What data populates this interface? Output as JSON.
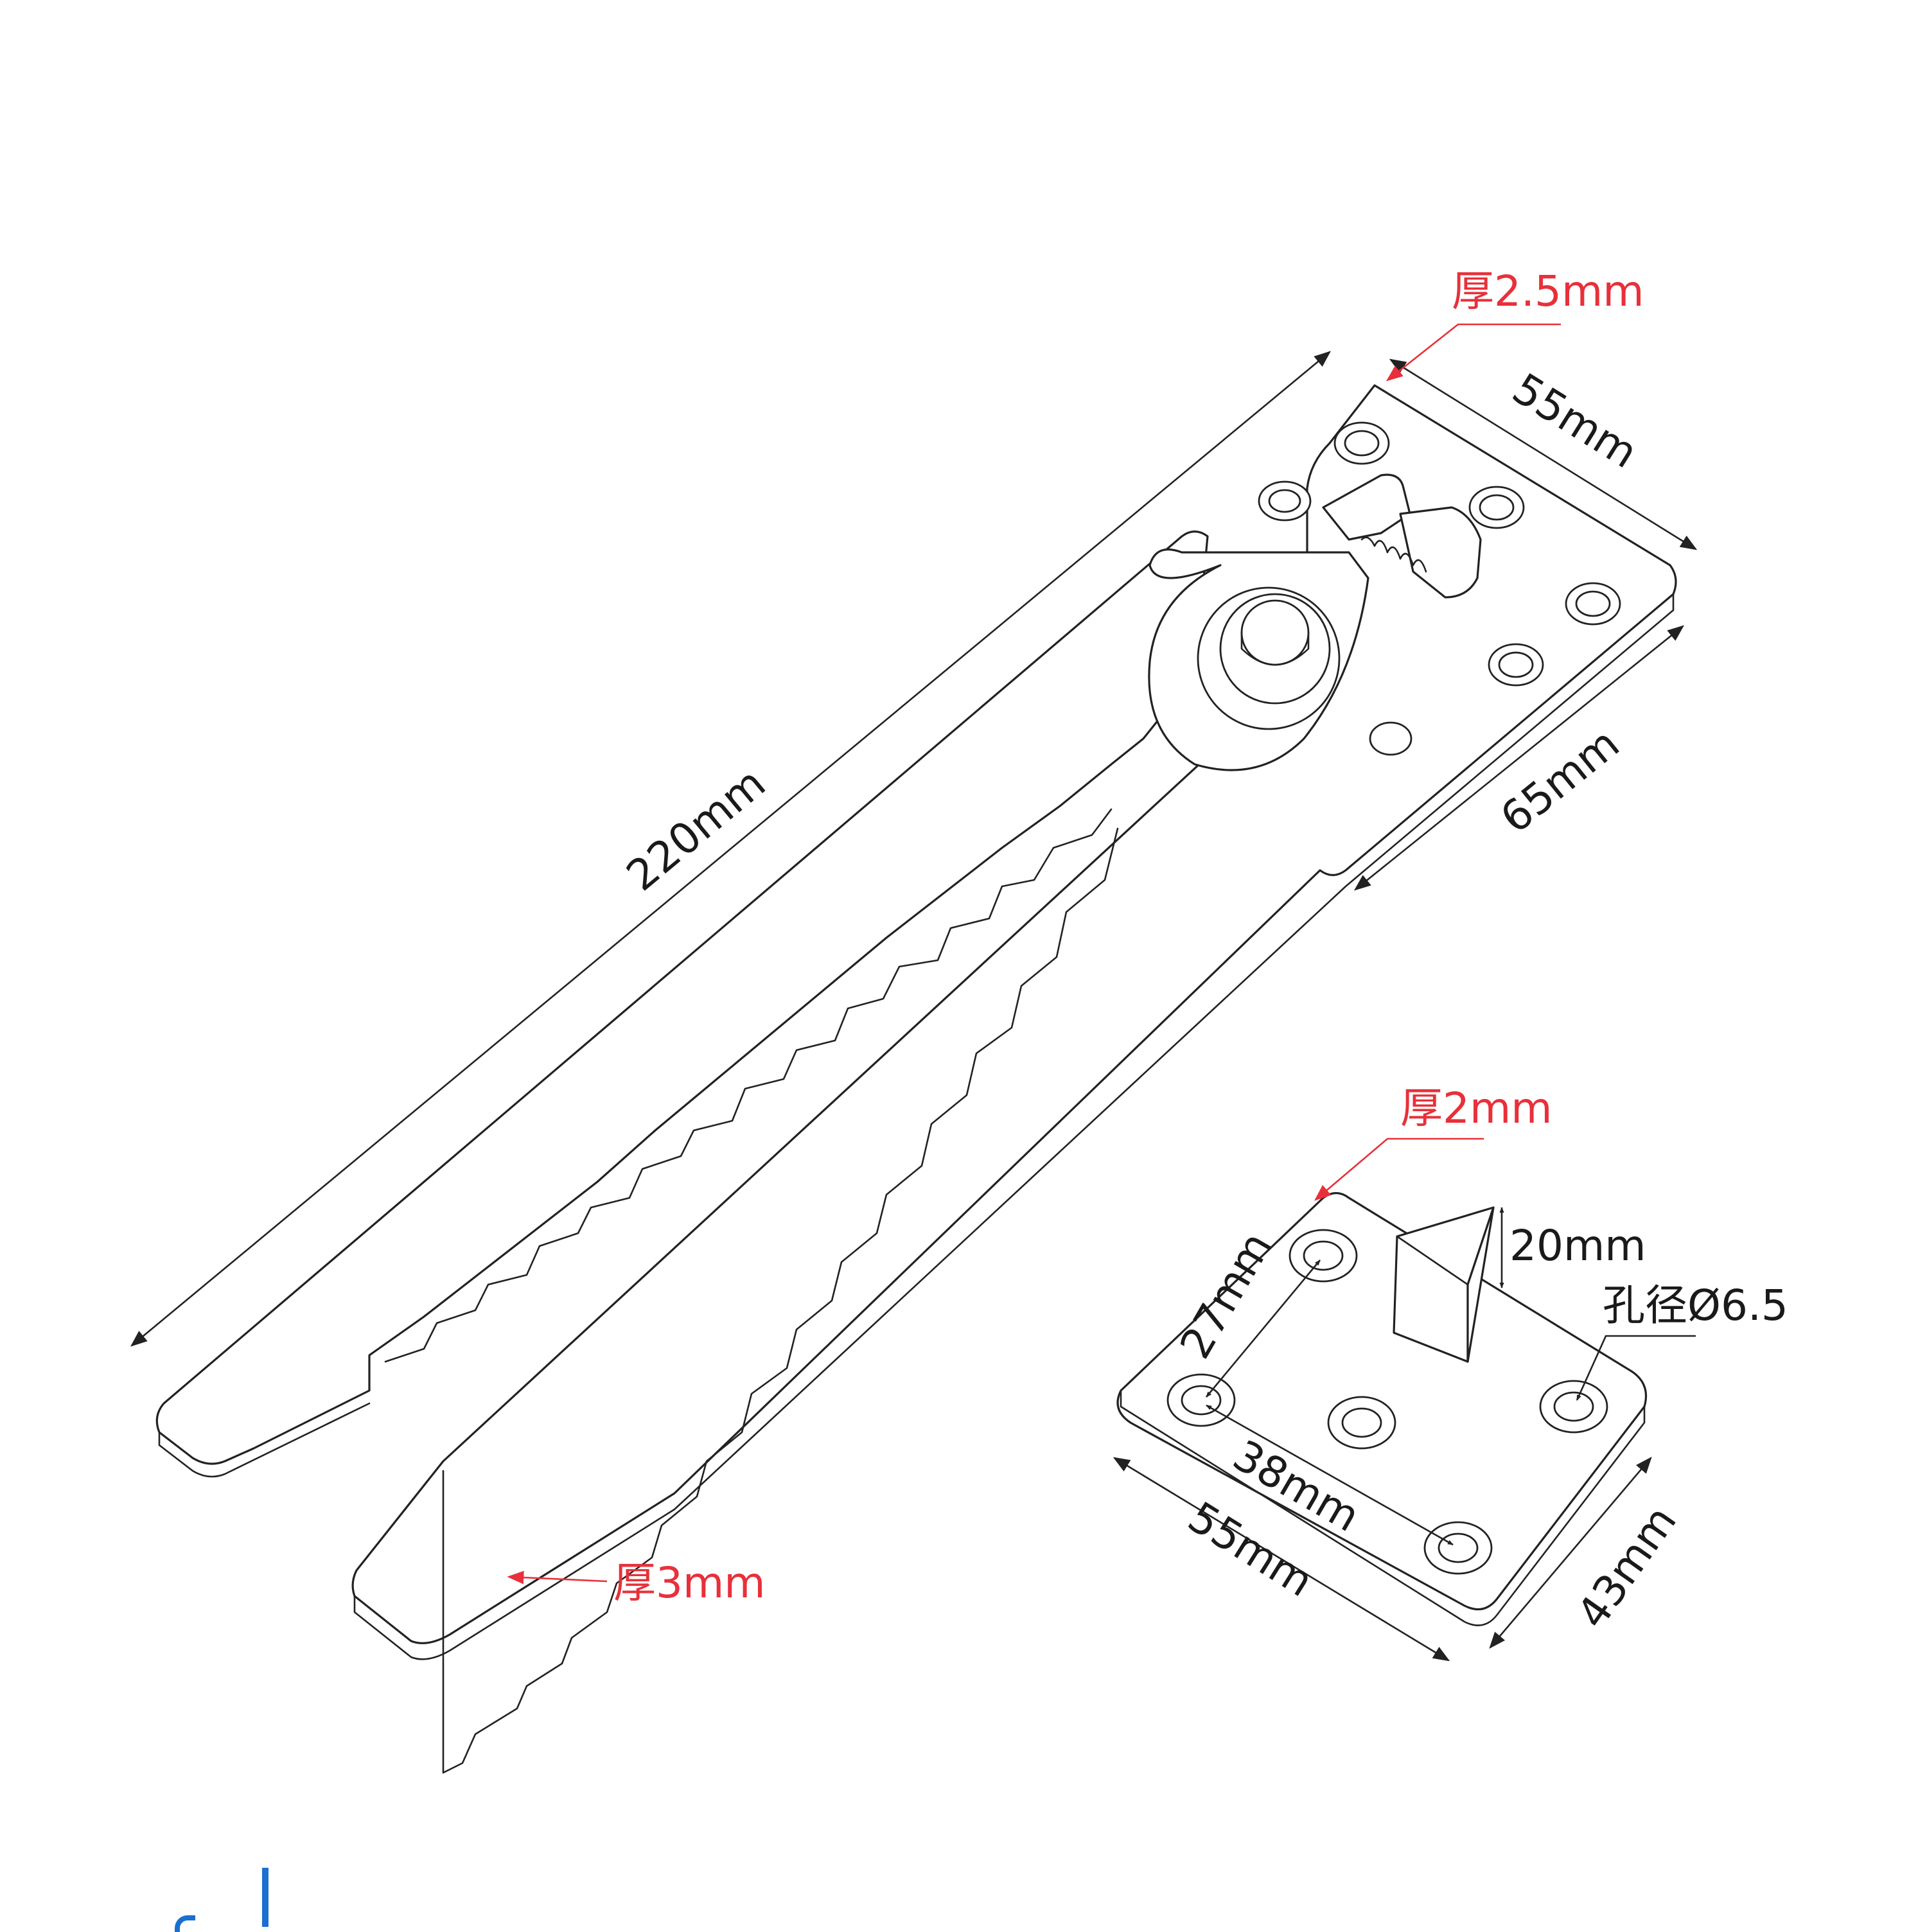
{
  "colors": {
    "line": "#222222",
    "callout": "#e8303a",
    "accent_blue": "#1a6fd0",
    "background": "#ffffff"
  },
  "bracket_long": {
    "length_label": "220mm",
    "head_width_label": "55mm",
    "head_depth_label": "65mm",
    "plate_thickness_label": "厚2.5mm",
    "blade_thickness_label": "厚3mm"
  },
  "bracket_small": {
    "thickness_label": "厚2mm",
    "spike_height_label": "20mm",
    "hole_diameter_label": "孔径Ø6.5",
    "hole_spacing_short_label": "27mm",
    "hole_spacing_long_label": "38mm",
    "width_label": "55mm",
    "depth_label": "43mm"
  }
}
